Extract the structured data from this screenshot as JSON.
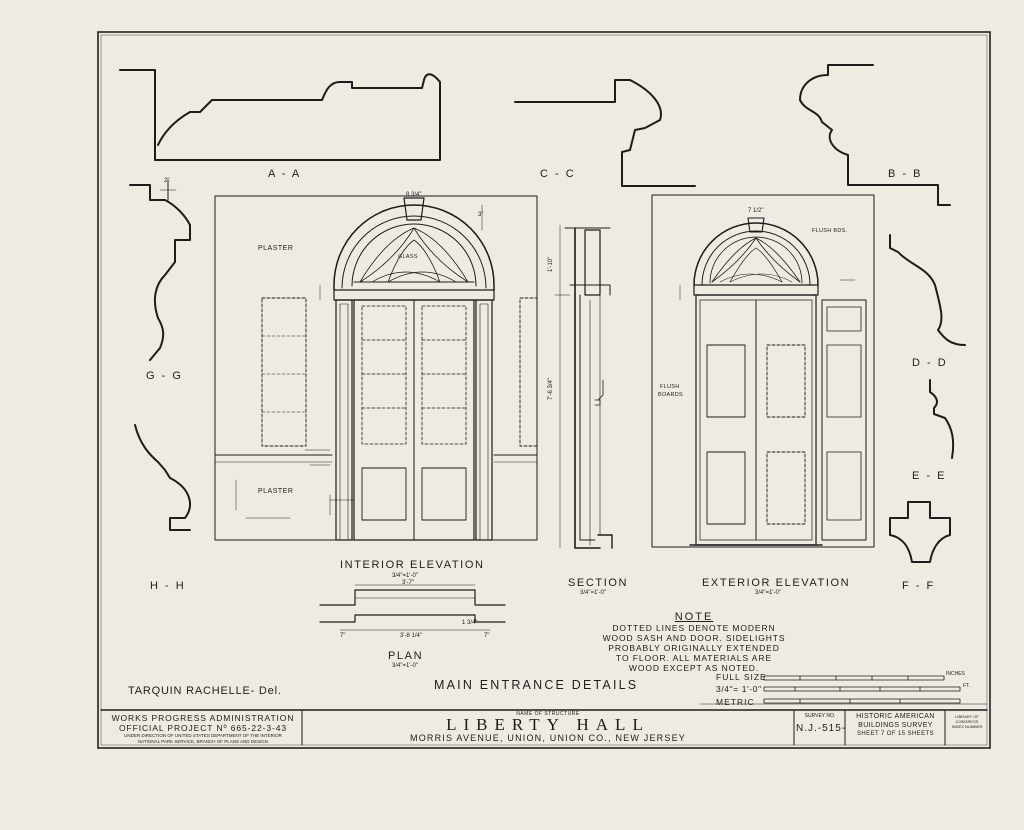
{
  "drawing": {
    "section_labels": {
      "aa": "A - A",
      "cc": "C - C",
      "bb": "B - B",
      "gg": "G - G",
      "dd": "D - D",
      "ee": "E - E",
      "hh": "H - H",
      "ff": "F - F"
    },
    "views": {
      "interior_elevation": "INTERIOR ELEVATION",
      "interior_scale": "3/4\"=1'-0\"",
      "section": "SECTION",
      "section_scale": "3/4\"=1'-0\"",
      "exterior_elevation": "EXTERIOR ELEVATION",
      "exterior_scale": "3/4\"=1'-0\"",
      "plan": "PLAN",
      "plan_scale": "3/4\"=1'-0\""
    },
    "annotations": {
      "plaster_top": "PLASTER",
      "plaster_bottom": "PLASTER",
      "flush_bds_top": "FLUSH BDS.",
      "flush_boards": [
        "FLUSH",
        "BOARDS"
      ],
      "glass": "GLASS",
      "dim_7ft": "7'-6 3/4\"",
      "dim_1ft": "1'-10\"",
      "dim_plan_top": "3'-7\"",
      "dim_plan_bottom": "3'-8 1/4\"",
      "dim_plan_left": "7\"",
      "dim_plan_right": "7\"",
      "dim_plan_mid": "1 3/4\"",
      "dim_keystone": "8 3/4\"",
      "dim_ext_top": "7 1/2\"",
      "dim_3": "3\"",
      "dim_2": "2\""
    },
    "note": {
      "heading": "NOTE",
      "lines": [
        "DOTTED LINES DENOTE MODERN",
        "WOOD SASH AND DOOR. SIDELIGHTS",
        "PROBABLY ORIGINALLY EXTENDED",
        "TO FLOOR. ALL MATERIALS ARE",
        "WOOD EXCEPT AS NOTED."
      ]
    },
    "delineator": "TARQUIN RACHELLE- Del.",
    "sheet_title": "MAIN ENTRANCE DETAILS",
    "scales": {
      "full_size": "FULL SIZE",
      "three_quarter": "3/4\"= 1'-0\"",
      "metric": "METRIC",
      "inches_unit": "INCHES",
      "feet_unit": "FT."
    }
  },
  "title_block": {
    "agency_line1": "WORKS PROGRESS ADMINISTRATION",
    "agency_line2": "OFFICIAL PROJECT Nº 665-22-3-43",
    "agency_line3": "UNDER DIRECTION OF UNITED STATES DEPARTMENT OF THE INTERIOR",
    "agency_line4": "NATIONAL PARK SERVICE, BRANCH OF PLANS AND DESIGN",
    "name_caption": "NAME OF STRUCTURE",
    "structure_name": "LIBERTY HALL",
    "address": "MORRIS AVENUE, UNION, UNION CO., NEW JERSEY",
    "survey_caption": "SURVEY NO.",
    "survey_no": "N.J.-515-",
    "habs_line1": "HISTORIC AMERICAN",
    "habs_line2": "BUILDINGS SURVEY",
    "sheet_info": "SHEET 7 OF 15 SHEETS",
    "library_line1": "LIBRARY OF CONGRESS",
    "library_line2": "INDEX NUMBER"
  }
}
